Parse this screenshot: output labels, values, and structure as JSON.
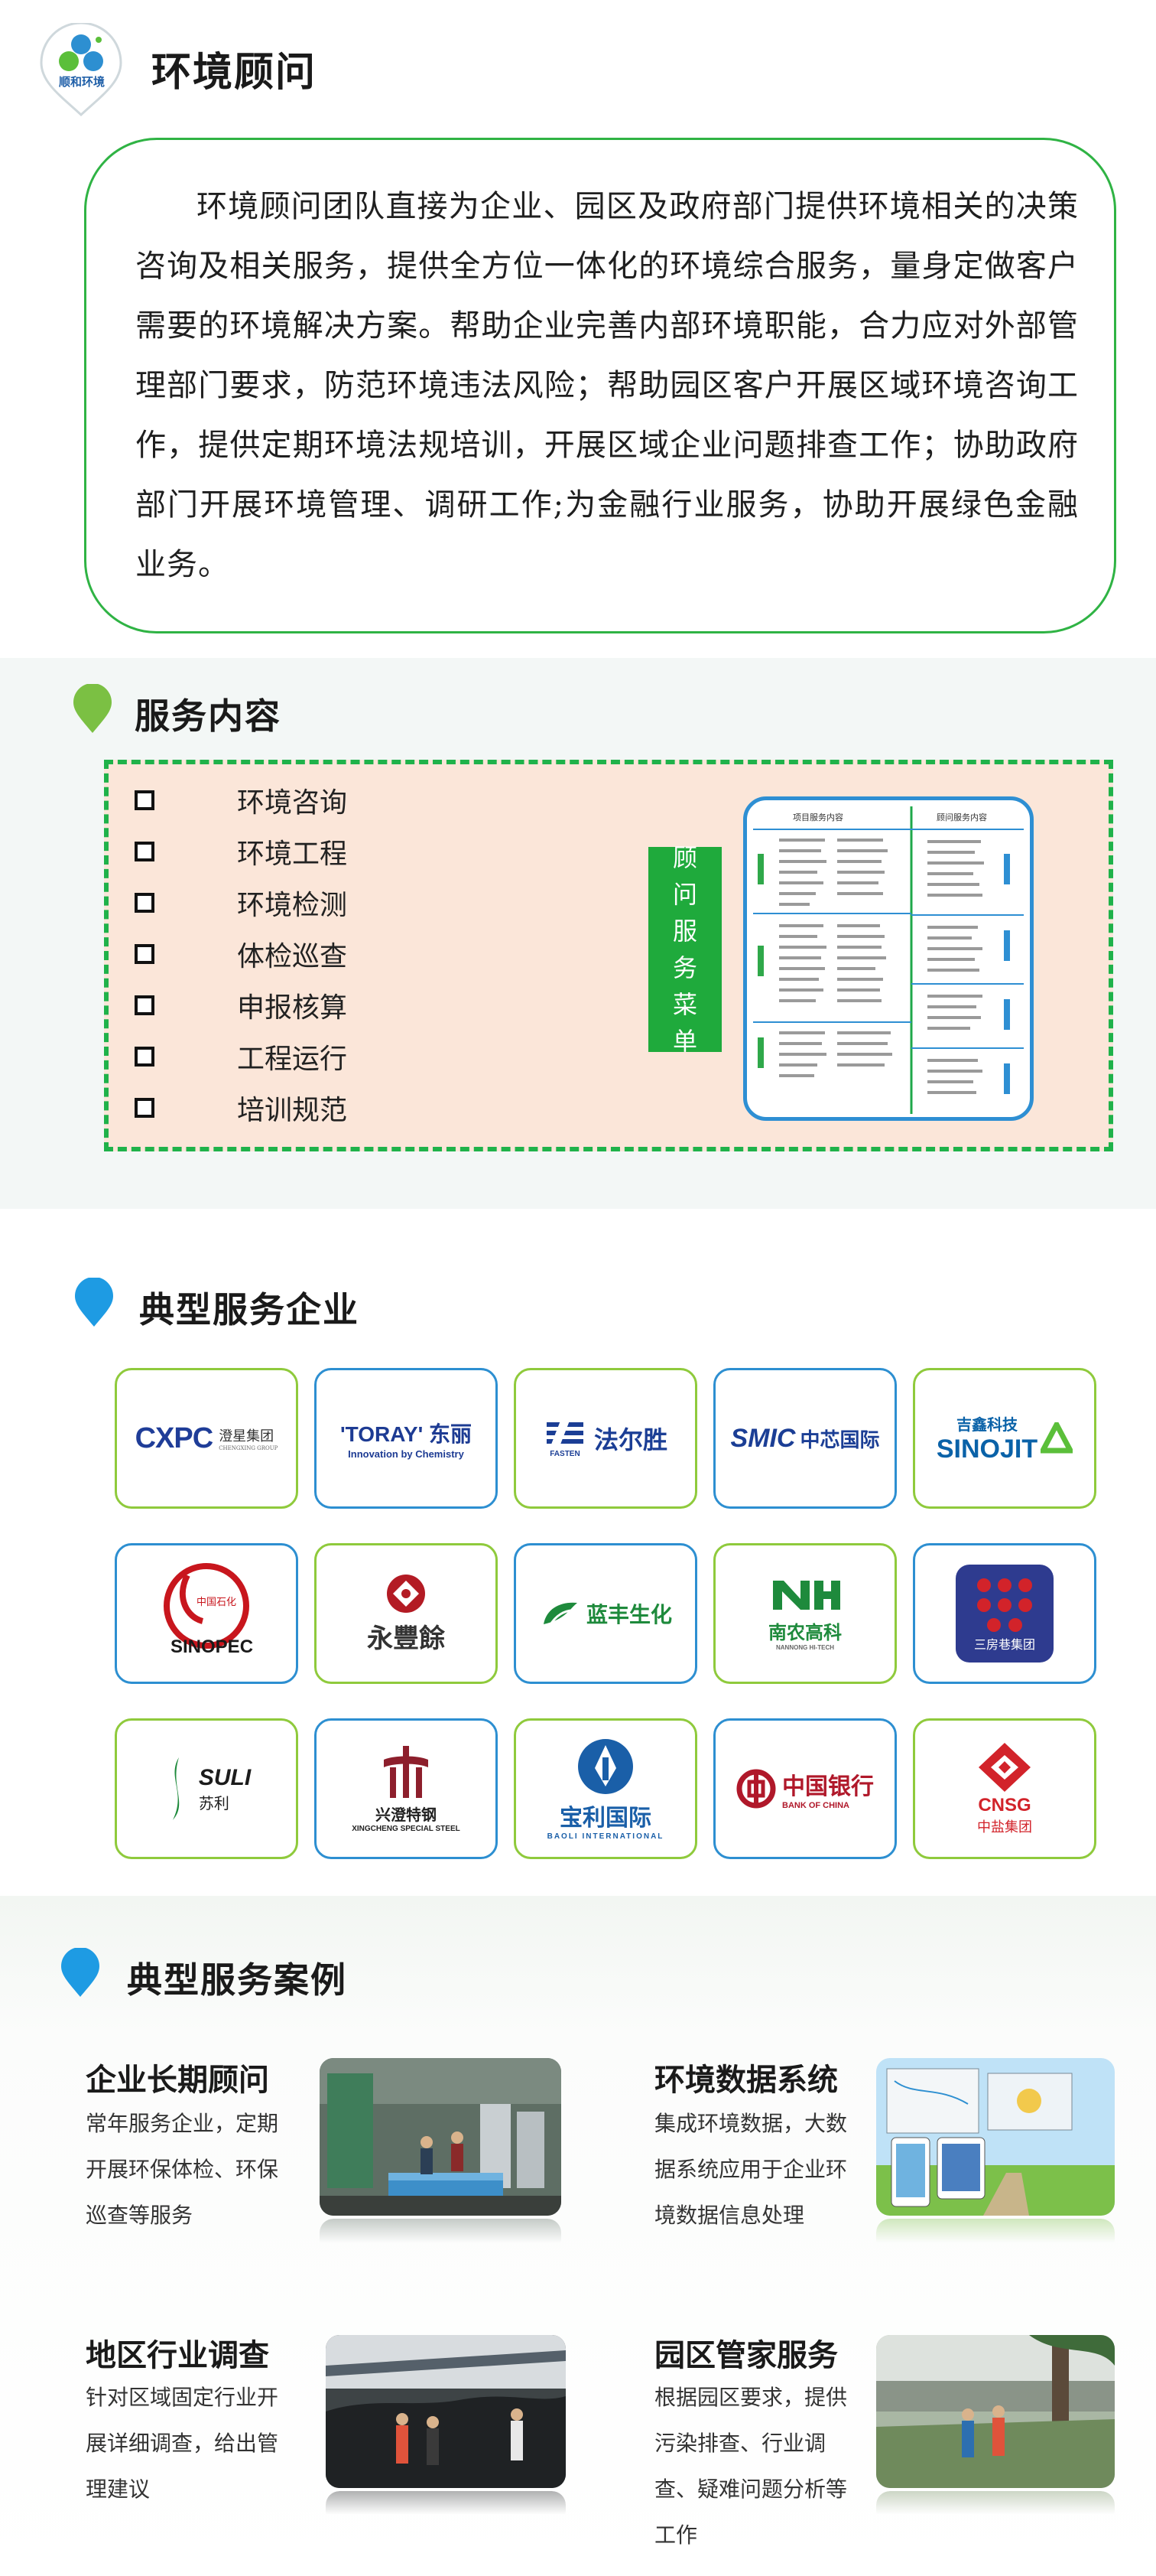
{
  "header": {
    "logo_text": "顺和环境",
    "title": "环境顾问"
  },
  "intro": {
    "text": "环境顾问团队直接为企业、园区及政府部门提供环境相关的决策咨询及相关服务，提供全方位一体化的环境综合服务，量身定做客户需要的环境解决方案。帮助企业完善内部环境职能，合力应对外部管理部门要求，防范环境违法风险；帮助园区客户开展区域环境咨询工作，提供定期环境法规培训，开展区域企业问题排查工作；协助政府部门开展环境管理、调研工作;为金融行业服务，协助开展绿色金融业务。"
  },
  "services": {
    "heading": "服务内容",
    "items": [
      "环境咨询",
      "环境工程",
      "环境检测",
      "体检巡查",
      "申报核算",
      "工程运行",
      "培训规范"
    ],
    "menu_tag_chars": [
      "顾",
      "问",
      "服",
      "务",
      "菜",
      "单"
    ],
    "menu_card": {
      "left_heading": "项目服务内容",
      "right_heading": "顾问服务内容"
    }
  },
  "clients": {
    "heading": "典型服务企业",
    "logos": [
      {
        "main": "CXPC",
        "sub": "澄星集团",
        "sub2": "CHENGXING GROUP",
        "color": "#1f3d98"
      },
      {
        "main": "'TORAY' 东丽",
        "sub": "Innovation by Chemistry",
        "color": "#1d3b93"
      },
      {
        "main": "FASTEN",
        "sub": "法尔胜",
        "color": "#1b3e95"
      },
      {
        "main": "SMIC",
        "sub": "中芯国际",
        "color": "#1b3e95"
      },
      {
        "main": "SINOJIT",
        "sub": "吉鑫科技",
        "color": "#0a62a8"
      },
      {
        "main": "SINOPEC",
        "sub": "中国石化",
        "color": "#c8161d"
      },
      {
        "main": "永豐餘",
        "sub": "",
        "color": "#b31b24"
      },
      {
        "main": "蓝丰生化",
        "sub": "",
        "color": "#1e8a3c"
      },
      {
        "main": "南农高科",
        "sub": "NANNONG HI-TECH",
        "color": "#1e8a3c"
      },
      {
        "main": "三房巷集团",
        "sub": "",
        "color": "#d2232a"
      },
      {
        "main": "SULI",
        "sub": "苏利",
        "color": "#1c1c1c"
      },
      {
        "main": "兴澄特钢",
        "sub": "XINGCHENG SPECIAL STEEL",
        "color": "#8d1f2c"
      },
      {
        "main": "宝利国际",
        "sub": "BAOLI INTERNATIONAL",
        "color": "#1a5fa8"
      },
      {
        "main": "中国银行",
        "sub": "BANK OF CHINA",
        "color": "#b0182a"
      },
      {
        "main": "CNSG",
        "sub": "中盐集团",
        "color": "#d2232a"
      }
    ]
  },
  "cases": {
    "heading": "典型服务案例",
    "items": [
      {
        "title": "企业长期顾问",
        "desc": "常年服务企业，定期开展环保体检、环保巡查等服务"
      },
      {
        "title": "环境数据系统",
        "desc": "集成环境数据，大数据系统应用于企业环境数据信息处理"
      },
      {
        "title": "地区行业调查",
        "desc": "针对区域固定行业开展详细调查，给出管理建议"
      },
      {
        "title": "园区管家服务",
        "desc": "根据园区要求，提供污染排查、行业调查、疑难问题分析等工作"
      }
    ]
  },
  "colors": {
    "green": "#2fb344",
    "blue": "#2d8fd1",
    "lime": "#8fca3c",
    "peach": "#fbe6d9"
  }
}
